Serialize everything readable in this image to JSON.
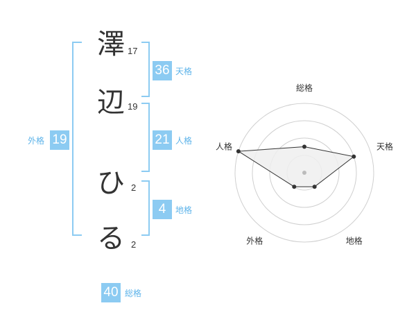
{
  "name_chars": [
    {
      "char": "澤",
      "strokes": "17"
    },
    {
      "char": "辺",
      "strokes": "19"
    },
    {
      "char": "ひ",
      "strokes": "2"
    },
    {
      "char": "る",
      "strokes": "2"
    }
  ],
  "fortune": {
    "tenkaku": {
      "value": "36",
      "label": "天格"
    },
    "jinkaku": {
      "value": "21",
      "label": "人格"
    },
    "chikaku": {
      "value": "4",
      "label": "地格"
    },
    "gaikaku": {
      "value": "19",
      "label": "外格"
    },
    "soukaku": {
      "value": "40",
      "label": "総格"
    }
  },
  "chart_data": {
    "type": "radar",
    "axes": [
      "総格",
      "天格",
      "地格",
      "外格",
      "人格"
    ],
    "values": [
      1.5,
      3,
      1,
      1,
      4
    ],
    "rmax": 4,
    "rings": 4,
    "colors": {
      "ring": "#cfcfcf",
      "fill": "#eeeeee",
      "line": "#333333",
      "point": "#333333",
      "center": "#bbbbbb"
    }
  }
}
